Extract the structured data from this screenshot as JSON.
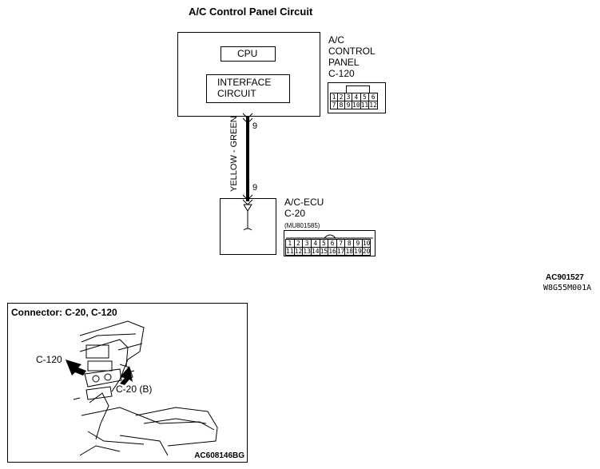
{
  "title": "A/C Control Panel Circuit",
  "control_panel": {
    "cpu_label": "CPU",
    "interface_label_line1": "INTERFACE",
    "interface_label_line2": "CIRCUIT",
    "name_line1": "A/C",
    "name_line2": "CONTROL",
    "name_line3": "PANEL",
    "connector_id": "C-120",
    "connector_pins_row1": [
      "1",
      "2",
      "3",
      "4",
      "5",
      "6"
    ],
    "connector_pins_row2": [
      "7",
      "8",
      "9",
      "10",
      "11",
      "12"
    ]
  },
  "wire": {
    "color_label": "YELLOW - GREEN",
    "pin_top": "9",
    "pin_bottom": "9"
  },
  "ecu": {
    "name": "A/C-ECU",
    "connector_id": "C-20",
    "part_number": "(MU801585)",
    "connector_pins_row1": [
      "1",
      "2",
      "3",
      "4",
      "5",
      "6",
      "7",
      "8",
      "9",
      "10"
    ],
    "connector_pins_row2": [
      "11",
      "12",
      "13",
      "14",
      "15",
      "16",
      "17",
      "18",
      "19",
      "20"
    ]
  },
  "refs": {
    "diagram_ref": "AC901527",
    "diagram_code": "W8G55M001A"
  },
  "location_photo": {
    "title": "Connector: C-20, C-120",
    "callout_c120": "C-120",
    "callout_c20": "C-20 (B)",
    "photo_ref": "AC608146BG"
  }
}
